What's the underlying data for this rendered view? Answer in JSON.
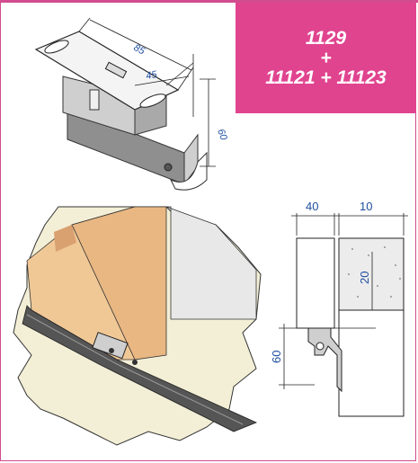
{
  "header": {
    "line1": "1129",
    "line2": "+",
    "line3": "11121 + 11123",
    "background_color": "#e0448f",
    "text_color": "#ffffff"
  },
  "product_diagram": {
    "dim_length": "85",
    "dim_width": "45",
    "dim_height": "60"
  },
  "section_diagram": {
    "dim_top_left": "40",
    "dim_top_right": "10",
    "dim_side": "20",
    "dim_bottom": "60"
  },
  "accent_color": "#1f4fa0"
}
